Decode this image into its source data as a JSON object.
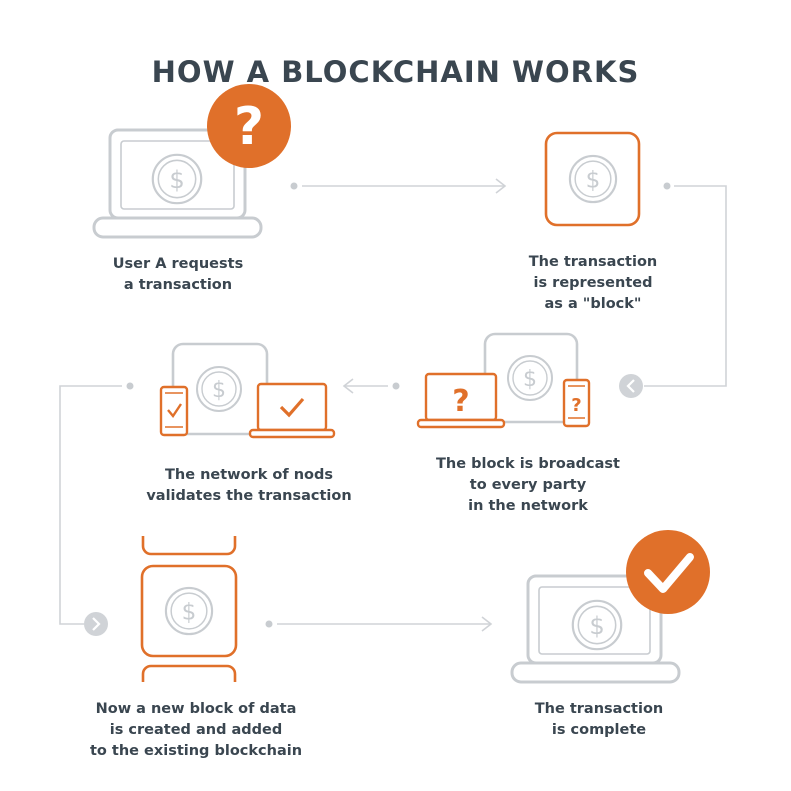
{
  "title": "HOW A BLOCKCHAIN WORKS",
  "colors": {
    "accent": "#e0702a",
    "outline": "#c8ccd0",
    "text": "#3a4650",
    "connector": "#d0d3d7"
  },
  "icons": {
    "coin": "dollar-coin-icon",
    "question": "question-mark-icon",
    "check": "checkmark-icon",
    "arrow": "arrow-head-icon",
    "chevron_left": "chevron-left-icon",
    "chevron_right": "chevron-right-icon"
  },
  "symbols": {
    "dollar": "$",
    "question": "?"
  },
  "steps": [
    {
      "caption": [
        "User A requests",
        "a transaction"
      ]
    },
    {
      "caption": [
        "The transaction",
        "is represented",
        "as a \"block\""
      ]
    },
    {
      "caption": [
        "The block is broadcast",
        "to every party",
        "in the network"
      ]
    },
    {
      "caption": [
        "The network of nods",
        "validates the transaction"
      ]
    },
    {
      "caption": [
        "Now a new block of data",
        "is created and added",
        "to the existing blockchain"
      ]
    },
    {
      "caption": [
        "The transaction",
        "is complete"
      ]
    }
  ]
}
